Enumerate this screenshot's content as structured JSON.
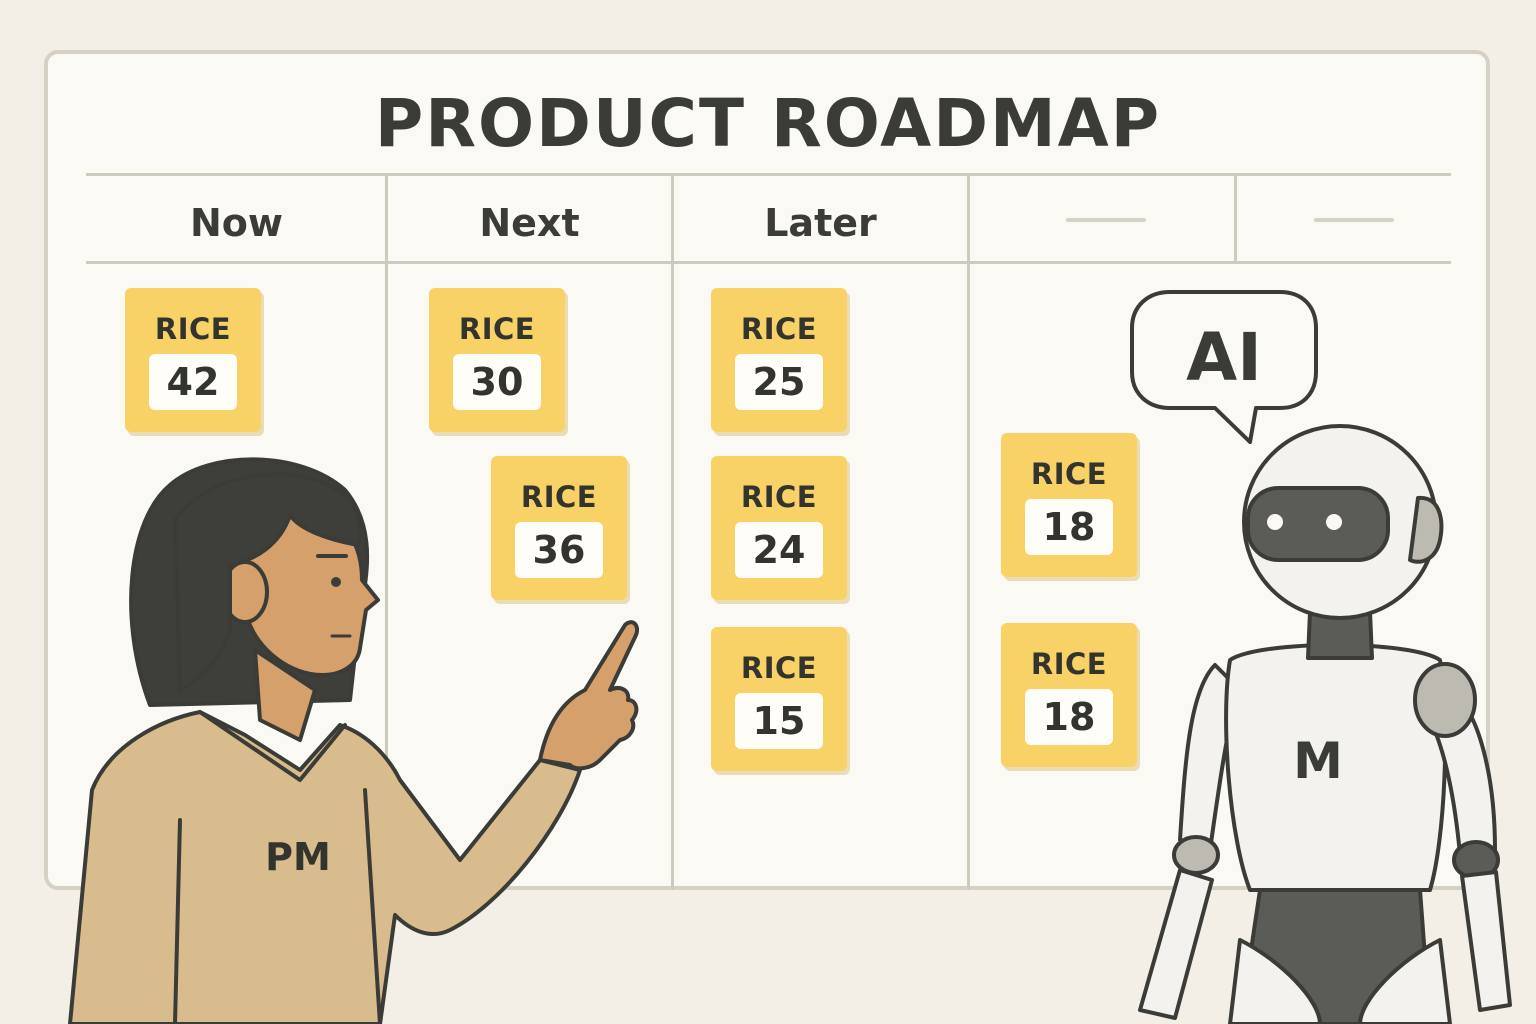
{
  "board": {
    "title": "PRODUCT ROADMAP",
    "columns": [
      "Now",
      "Next",
      "Later",
      "",
      ""
    ]
  },
  "cards": [
    {
      "label": "RICE",
      "score": "42"
    },
    {
      "label": "RICE",
      "score": "30"
    },
    {
      "label": "RICE",
      "score": "36"
    },
    {
      "label": "RICE",
      "score": "25"
    },
    {
      "label": "RICE",
      "score": "24"
    },
    {
      "label": "RICE",
      "score": "15"
    },
    {
      "label": "RICE",
      "score": "18"
    },
    {
      "label": "RICE",
      "score": "18"
    }
  ],
  "people": {
    "pm_shirt_label": "PM",
    "ai_bubble_text": "AI",
    "robot_chest_label": "M"
  },
  "colors": {
    "background": "#f3efe6",
    "board": "#fbf9f4",
    "card": "#f8d266",
    "outline": "#3b3b37",
    "shirt": "#d9bc8e",
    "skin": "#d6a06d",
    "hair": "#3e3e3b",
    "robot_body": "#f4f2ee",
    "robot_dark": "#5b5b57"
  },
  "icons": [
    "speech-bubble-icon"
  ]
}
